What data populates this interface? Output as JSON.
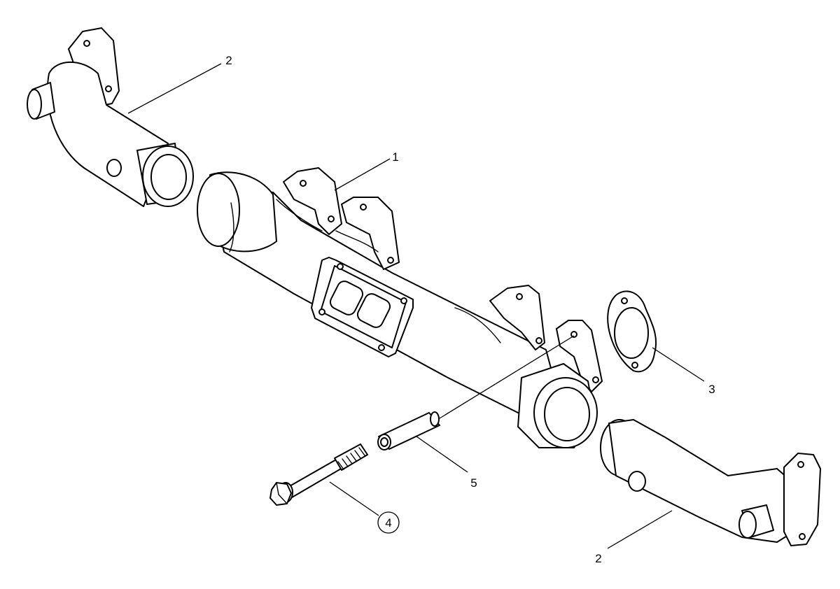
{
  "callouts": [
    {
      "id": "c-2-top",
      "label": "2"
    },
    {
      "id": "c-1",
      "label": "1"
    },
    {
      "id": "c-3",
      "label": "3"
    },
    {
      "id": "c-5",
      "label": "5"
    },
    {
      "id": "c-4",
      "label": "4"
    },
    {
      "id": "c-2-bottom",
      "label": "2"
    }
  ],
  "colors": {
    "line": "#000000",
    "background": "#ffffff"
  }
}
